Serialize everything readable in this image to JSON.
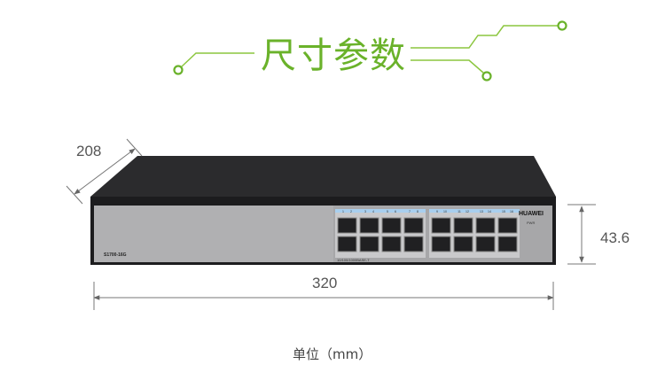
{
  "title": "尺寸参数",
  "dimensions": {
    "depth": "208",
    "width": "320",
    "height": "43.6"
  },
  "unit_label": "单位（mm）",
  "device": {
    "model": "S1700-16G",
    "brand": "HUAWEI",
    "power_label": "PWR",
    "port_type": "10/100/1000BASE-T",
    "port_numbers": [
      "1",
      "2",
      "3",
      "4",
      "5",
      "6",
      "7",
      "8",
      "9",
      "10",
      "11",
      "12",
      "13",
      "14",
      "15",
      "16"
    ]
  },
  "colors": {
    "accent": "#6ab22a",
    "line_accent": "#8cc63f",
    "dimension": "#666666"
  }
}
